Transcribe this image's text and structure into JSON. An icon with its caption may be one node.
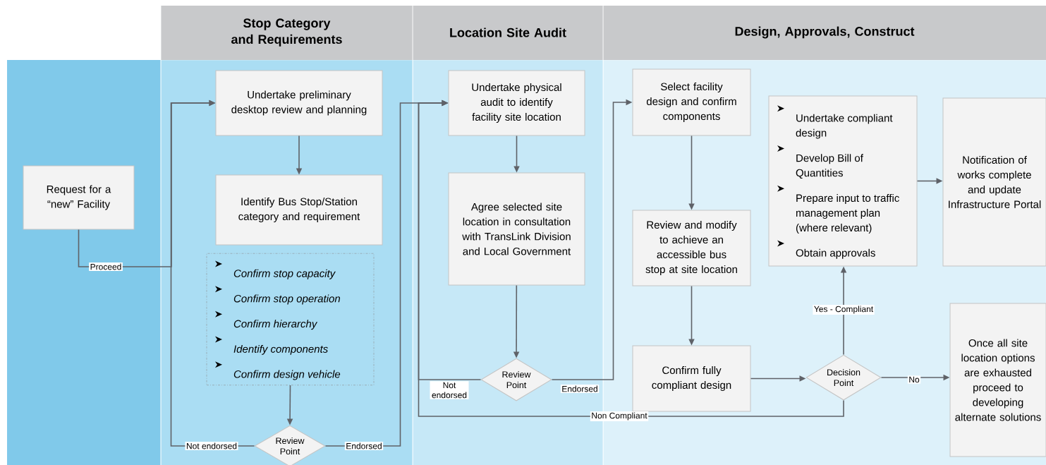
{
  "diagram": {
    "nodes": [
      {
        "text": [
          "Stop Category and Requirements"
        ]
      },
      {
        "text": [
          "Location Site Audit"
        ]
      },
      {
        "text": [
          "Design, Approvals, Construct"
        ]
      },
      {
        "text": [
          "Request for a “new” Facility"
        ]
      },
      {
        "text": [
          "Undertake preliminary desktop review and planning"
        ],
        "in": 0
      },
      {
        "text": [
          "Identify Bus Stop/Station category and requirement"
        ],
        "in": 0
      },
      {
        "text": [
          "Confirm stop capacity",
          "Confirm stop operation",
          "Confirm hierarchy",
          "Identify components",
          "Confirm design vehicle"
        ],
        "in": 0
      },
      {
        "text": [
          "Review Point"
        ],
        "in": 0
      },
      {
        "text": [
          "Undertake physical audit to identify facility site location"
        ],
        "in": 1
      },
      {
        "text": [
          "Agree selected site location in consultation with TransLink Division and Local Government"
        ],
        "in": 1
      },
      {
        "text": [
          "Review Point"
        ],
        "in": 1
      },
      {
        "text": [
          "Select facility design and confirm components"
        ],
        "in": 2
      },
      {
        "text": [
          "Review and modify to achieve an accessible bus stop at site location"
        ],
        "in": 2
      },
      {
        "text": [
          "Confirm fully compliant design"
        ],
        "in": 2
      },
      {
        "text": [
          "Undertake compliant design",
          "Develop Bill of Quantities",
          "Prepare input to traffic management plan (where relevant)",
          "Obtain approvals"
        ],
        "in": 2
      },
      {
        "text": [
          "Decision Point"
        ],
        "in": 2
      },
      {
        "text": [
          "Notification of works complete and update Infrastructure Portal"
        ],
        "in": 2
      },
      {
        "text": [
          "Once all site location options are exhausted proceed to developing alternate solutions"
        ],
        "in": 2
      }
    ],
    "edges": [
      {
        "from": 3,
        "to": 4,
        "arrow": "to",
        "label": "Proceed"
      },
      {
        "from": 4,
        "to": 5,
        "arrow": "to"
      },
      {
        "from": 6,
        "to": 7,
        "arrow": "to"
      },
      {
        "from": 7,
        "to": 4,
        "arrow": "to",
        "label": "Not endorsed"
      },
      {
        "from": 7,
        "to": 8,
        "arrow": "to",
        "label": "Endorsed"
      },
      {
        "from": 8,
        "to": 9,
        "arrow": "to"
      },
      {
        "from": 9,
        "to": 10,
        "arrow": "to"
      },
      {
        "from": 10,
        "to": 8,
        "arrow": "to",
        "label": "Not endorsed"
      },
      {
        "from": 10,
        "to": 11,
        "arrow": "to",
        "label": "Endorsed"
      },
      {
        "from": 11,
        "to": 12,
        "arrow": "to"
      },
      {
        "from": 12,
        "to": 13,
        "arrow": "to"
      },
      {
        "from": 13,
        "to": 15,
        "arrow": "to"
      },
      {
        "from": 15,
        "to": 14,
        "arrow": "to",
        "label": "Yes - Compliant"
      },
      {
        "from": 14,
        "to": 16,
        "arrow": "to"
      },
      {
        "from": 15,
        "to": 17,
        "arrow": "to",
        "label": "No"
      },
      {
        "from": 15,
        "to": 8,
        "arrow": "to",
        "label": "Non Compliant"
      }
    ]
  }
}
